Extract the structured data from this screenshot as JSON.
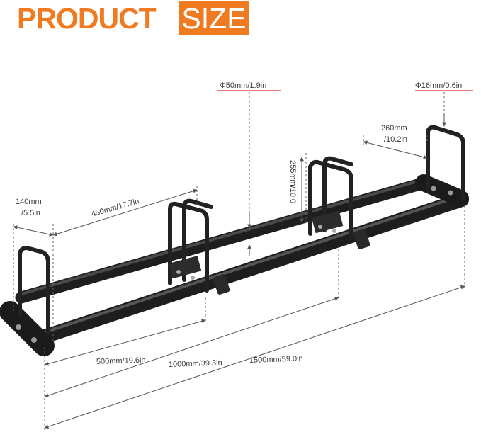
{
  "header": {
    "title_main": "PRODUCT",
    "title_box": "SIZE"
  },
  "colors": {
    "accent": "#f07a1f",
    "frame": "#262626",
    "dimension_line": "#555555",
    "marker_line": "#e02a2a"
  },
  "dimensions": {
    "tube_diameter": "Φ50mm/1.9in",
    "rod_diameter": "Φ16mm/0.6in",
    "end_depth": "260mm\n/10.2in",
    "holder_height": "255mm/10.0",
    "end_width": "140mm\n/5.5in",
    "spacing": "450mm/17.7in",
    "length_500": "500mm/19.6in",
    "length_1000": "1000mm/39.3in",
    "length_1500": "1500mm/59.0in"
  }
}
